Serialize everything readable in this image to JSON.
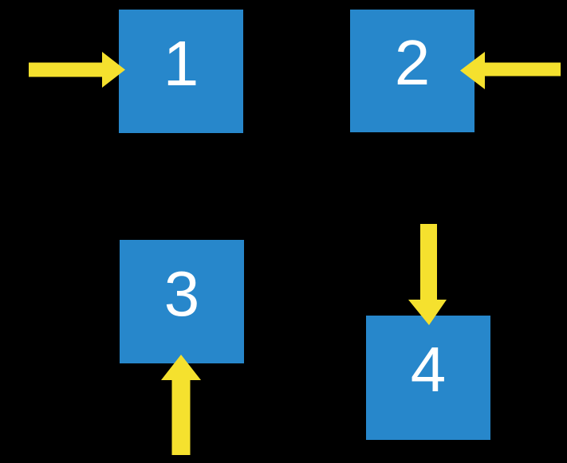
{
  "colors": {
    "background": "#000000",
    "box_fill": "#2787CB",
    "arrow_fill": "#F5E12E",
    "label": "#FFFFFF"
  },
  "boxes": [
    {
      "label": "1",
      "arrow_direction": "right",
      "arrow_enters_from": "left"
    },
    {
      "label": "2",
      "arrow_direction": "left",
      "arrow_enters_from": "right"
    },
    {
      "label": "3",
      "arrow_direction": "up",
      "arrow_enters_from": "bottom"
    },
    {
      "label": "4",
      "arrow_direction": "down",
      "arrow_enters_from": "top"
    }
  ]
}
